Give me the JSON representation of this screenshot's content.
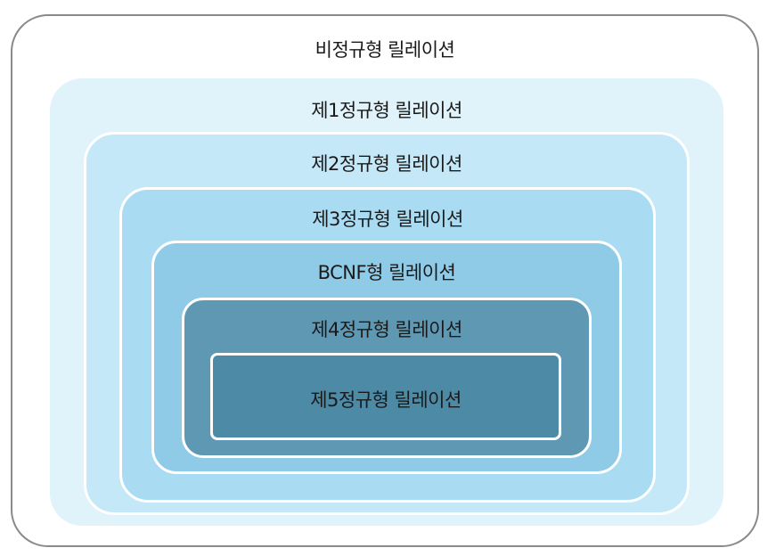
{
  "levels": [
    {
      "label": "비정규형 릴레이션"
    },
    {
      "label": "제1정규형 릴레이션"
    },
    {
      "label": "제2정규형 릴레이션"
    },
    {
      "label": "제3정규형 릴레이션"
    },
    {
      "label": "BCNF형 릴레이션"
    },
    {
      "label": "제4정규형 릴레이션"
    },
    {
      "label": "제5정규형 릴레이션"
    }
  ]
}
